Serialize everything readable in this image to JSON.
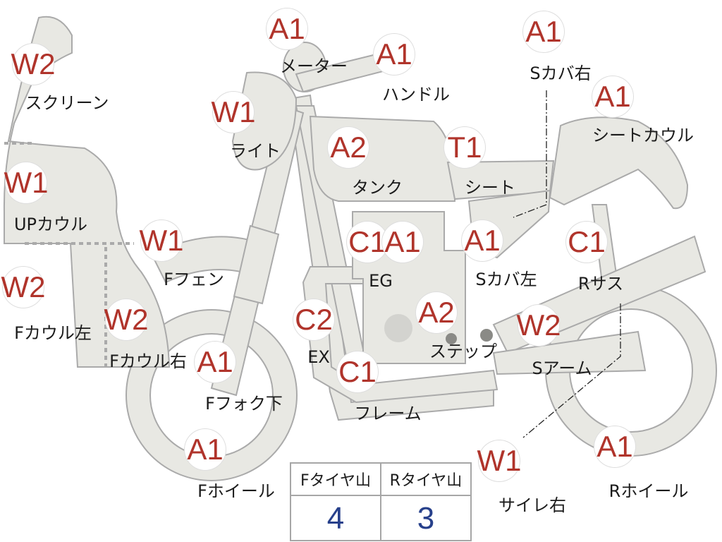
{
  "parts": [
    {
      "id": "screen",
      "grade": "W2",
      "label": "スクリーン"
    },
    {
      "id": "up-cowl",
      "grade": "W1",
      "label": "UPカウル"
    },
    {
      "id": "f-cowl-left",
      "grade": "W2",
      "label": "Fカウル左"
    },
    {
      "id": "f-cowl-right",
      "grade": "W2",
      "label": "Fカウル右"
    },
    {
      "id": "f-fender",
      "grade": "W1",
      "label": "Fフェン"
    },
    {
      "id": "light",
      "grade": "W1",
      "label": "ライト"
    },
    {
      "id": "meter",
      "grade": "A1",
      "label": "メーター"
    },
    {
      "id": "handle",
      "grade": "A1",
      "label": "ハンドル"
    },
    {
      "id": "tank",
      "grade": "A2",
      "label": "タンク"
    },
    {
      "id": "seat",
      "grade": "T1",
      "label": "シート"
    },
    {
      "id": "s-cover-right",
      "grade": "A1",
      "label": "Sカバ右"
    },
    {
      "id": "seat-cowl",
      "grade": "A1",
      "label": "シートカウル"
    },
    {
      "id": "s-cover-left",
      "grade": "A1",
      "label": "Sカバ左"
    },
    {
      "id": "engine",
      "grade": "C1",
      "grade2": "A1",
      "label": "EG"
    },
    {
      "id": "r-suspension",
      "grade": "C1",
      "label": "Rサス"
    },
    {
      "id": "exhaust",
      "grade": "C2",
      "label": "EX"
    },
    {
      "id": "step",
      "grade": "A2",
      "label": "ステップ"
    },
    {
      "id": "s-arm",
      "grade": "W2",
      "label": "Sアーム"
    },
    {
      "id": "f-fork-lower",
      "grade": "A1",
      "label": "Fフォク下"
    },
    {
      "id": "frame",
      "grade": "C1",
      "label": "フレーム"
    },
    {
      "id": "f-wheel",
      "grade": "A1",
      "label": "Fホイール"
    },
    {
      "id": "r-wheel",
      "grade": "A1",
      "label": "Rホイール"
    },
    {
      "id": "silencer-right",
      "grade": "W1",
      "label": "サイレ右"
    }
  ],
  "tire_table": {
    "headers": [
      "Fタイヤ山",
      "Rタイヤ山"
    ],
    "values": [
      "4",
      "3"
    ]
  },
  "colors": {
    "grade": "#b0342b",
    "tire_value": "#27408b",
    "part_fill": "#e8e8e3",
    "part_stroke": "#aaaaaa"
  }
}
